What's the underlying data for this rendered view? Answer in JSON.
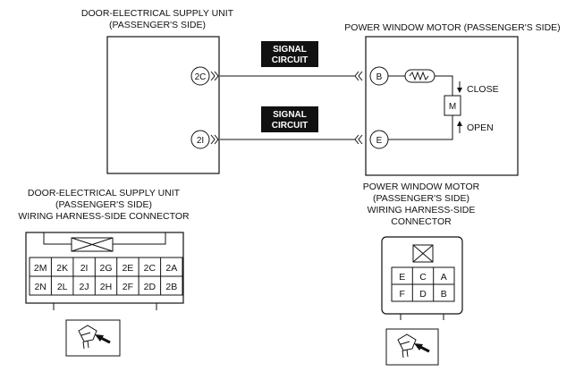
{
  "left_unit": {
    "title_line1": "DOOR-ELECTRICAL SUPPLY UNIT",
    "title_line2": "(PASSENGER'S SIDE)",
    "terminals": [
      "2C",
      "2I"
    ]
  },
  "right_unit": {
    "title": "POWER WINDOW MOTOR (PASSENGER'S SIDE)",
    "terminals": [
      "B",
      "E"
    ],
    "motor_symbol": "M",
    "close_label": "CLOSE",
    "open_label": "OPEN"
  },
  "signal_tags": [
    {
      "line1": "SIGNAL",
      "line2": "CIRCUIT"
    },
    {
      "line1": "SIGNAL",
      "line2": "CIRCUIT"
    }
  ],
  "left_connector": {
    "caption_line1": "DOOR-ELECTRICAL SUPPLY UNIT",
    "caption_line2": "(PASSENGER'S SIDE)",
    "caption_line3": "WIRING HARNESS-SIDE CONNECTOR",
    "row1": [
      "2M",
      "2K",
      "2I",
      "2G",
      "2E",
      "2C",
      "2A"
    ],
    "row2": [
      "2N",
      "2L",
      "2J",
      "2H",
      "2F",
      "2D",
      "2B"
    ]
  },
  "right_connector": {
    "caption_line1": "POWER WINDOW MOTOR",
    "caption_line2": "(PASSENGER'S SIDE)",
    "caption_line3": "WIRING HARNESS-SIDE",
    "caption_line4": "CONNECTOR",
    "row1": [
      "E",
      "C",
      "A"
    ],
    "row2": [
      "F",
      "D",
      "B"
    ]
  },
  "icons": [
    "connector-plug-icon",
    "connector-plug-icon"
  ]
}
